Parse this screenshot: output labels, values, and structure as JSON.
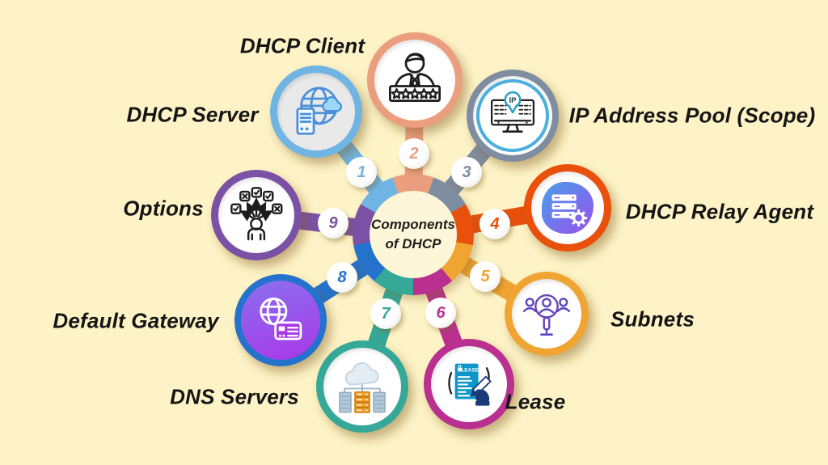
{
  "background_color": "#fdf3c6",
  "center": {
    "line1": "Components",
    "line2": "of DHCP"
  },
  "nodes": [
    {
      "number": "1",
      "label": "DHCP Server",
      "color": "#6fb4e3",
      "icon": "globe-cloud-server-icon"
    },
    {
      "number": "2",
      "label": "DHCP Client",
      "color": "#eb9e7e",
      "icon": "person-rating-stars-icon"
    },
    {
      "number": "3",
      "label": "IP Address Pool (Scope)",
      "color": "#7f8da1",
      "icon": "monitor-ip-pin-icon"
    },
    {
      "number": "4",
      "label": "DHCP Relay Agent",
      "color": "#e8500c",
      "gradient": [
        "#47a0e8",
        "#9a4ef0"
      ],
      "icon": "server-gear-icon"
    },
    {
      "number": "5",
      "label": "Subnets",
      "color": "#f0a432",
      "icon": "people-magnifier-icon"
    },
    {
      "number": "6",
      "label": "Lease",
      "color": "#b93090",
      "icon": "lease-document-signing-icon"
    },
    {
      "number": "7",
      "label": "DNS Servers",
      "color": "#35a897",
      "icon": "cloud-server-rack-icon"
    },
    {
      "number": "8",
      "label": "Default Gateway",
      "color": "#2472cc",
      "gradient": [
        "#8a70ee",
        "#a838e8"
      ],
      "icon": "globe-card-icon"
    },
    {
      "number": "9",
      "label": "Options",
      "color": "#7b51a5",
      "icon": "person-choices-checkboxes-icon"
    }
  ]
}
